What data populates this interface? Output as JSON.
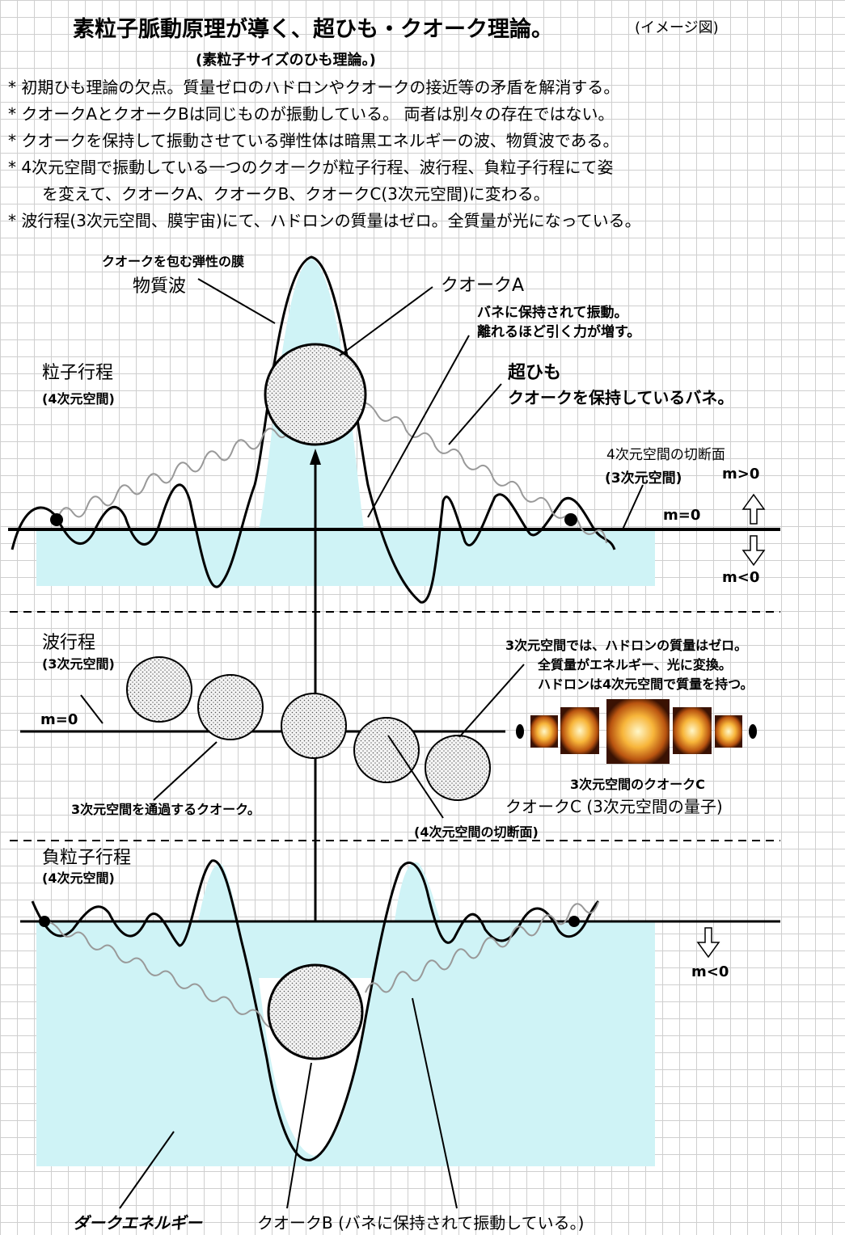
{
  "header": {
    "title": "素粒子脈動原理が導く、超ひも・クオーク理論。",
    "title_note": "(イメージ図)",
    "subtitle": "(素粒子サイズのひも理論。)"
  },
  "bullets": [
    "* 初期ひも理論の欠点。質量ゼロのハドロンやクオークの接近等の矛盾を解消する。",
    "* クオークAとクオークBは同じものが振動している。 両者は別々の存在ではない。",
    "* クオークを保持して振動させている弾性体は暗黒エネルギーの波、物質波である。",
    "* 4次元空間で振動している一つのクオークが粒子行程、波行程、負粒子行程にて姿",
    "を変えて、クオークA、クオークB、クオークC(3次元空間)に変わる。",
    "* 波行程(3次元空間、膜宇宙)にて、ハドロンの質量はゼロ。全質量が光になっている。"
  ],
  "particle_stage": {
    "membrane_note": "クオークを包む弾性の膜",
    "matter_wave": "物質波",
    "quark_a": "クオークA",
    "spring_note_1": "バネに保持されて振動。",
    "spring_note_2": "離れるほど引く力が増す。",
    "stage_label": "粒子行程",
    "stage_space": "(4次元空間)",
    "superstring_title": "超ひも",
    "superstring_desc": "クオークを保持しているバネ。",
    "cross_section": "4次元空間の切断面",
    "cross_space": "(3次元空間)",
    "m_positive": "m>0",
    "m_zero": "m=0",
    "m_negative": "m<0"
  },
  "wave_stage": {
    "stage_label": "波行程",
    "stage_space": "(3次元空間)",
    "m_zero": "m=0",
    "massless_1": "3次元空間では、ハドロンの質量はゼロ。",
    "massless_2": "全質量がエネルギー、光に変換。",
    "massless_3": "ハドロンは4次元空間で質量を持つ。",
    "quark_c_3d": "3次元空間のクオークC",
    "quark_c": "クオークC (3次元空間の量子)",
    "passing": "3次元空間を通過するクオーク。",
    "cross_section": "(4次元空間の切断面)"
  },
  "antiparticle_stage": {
    "stage_label": "負粒子行程",
    "stage_space": "(4次元空間)",
    "m_negative": "m<0",
    "dark_energy": "ダークエネルギー",
    "quark_b": "クオークB (バネに保持されて振動している。)"
  },
  "colors": {
    "membrane": "#cff3f6",
    "grid": "#cfcfcf",
    "glow": "#f2a020"
  }
}
